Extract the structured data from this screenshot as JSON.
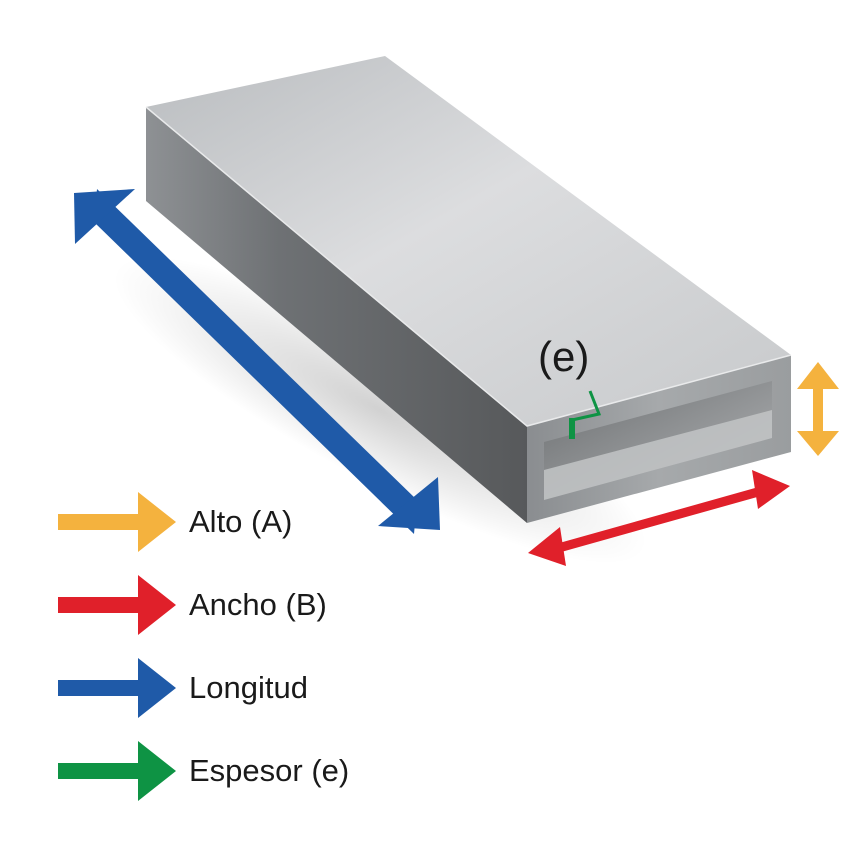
{
  "diagram": {
    "thickness_label": "(e)",
    "colors": {
      "alto": "#F4B23E",
      "ancho": "#E0202A",
      "longitud": "#1F5AA8",
      "espesor": "#0E9344"
    }
  },
  "legend": {
    "items": [
      {
        "label": "Alto (A)",
        "color": "#F4B23E",
        "icon": "arrow-right-icon"
      },
      {
        "label": "Ancho (B)",
        "color": "#E0202A",
        "icon": "arrow-right-icon"
      },
      {
        "label": "Longitud",
        "color": "#1F5AA8",
        "icon": "arrow-right-icon"
      },
      {
        "label": "Espesor (e)",
        "color": "#0E9344",
        "icon": "arrow-right-icon"
      }
    ]
  }
}
